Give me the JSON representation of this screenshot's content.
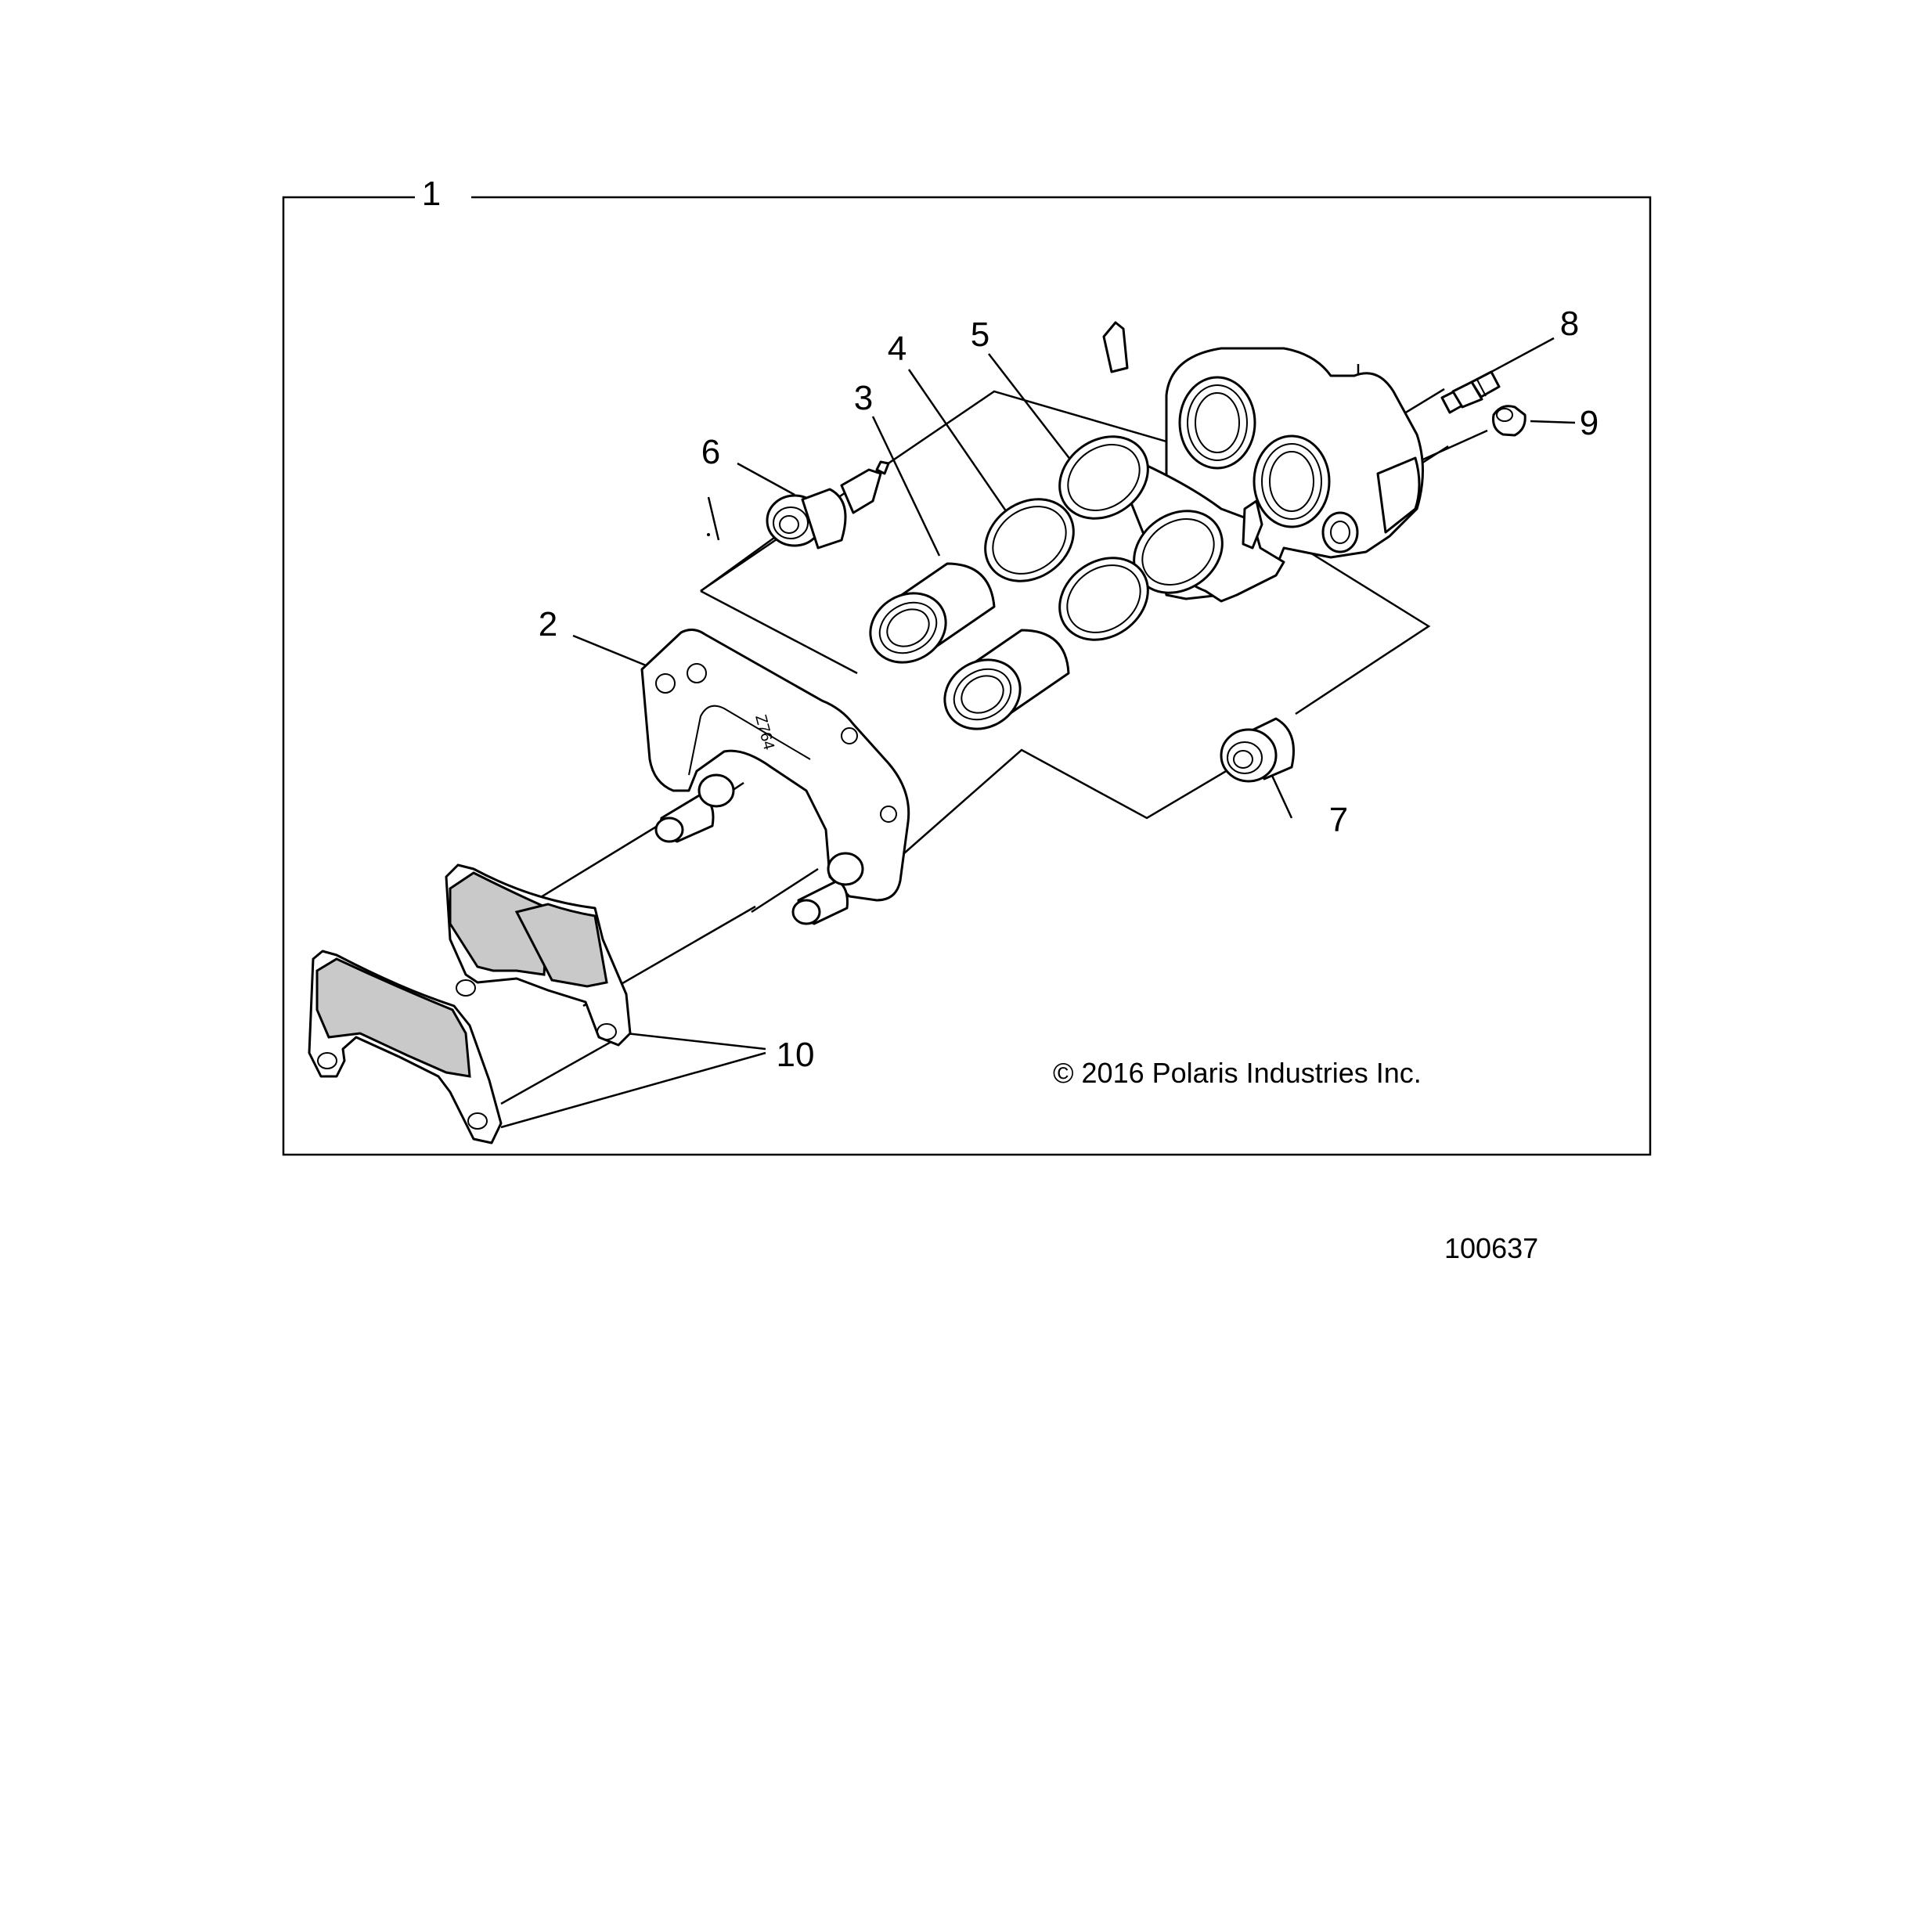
{
  "callouts": {
    "c1": "1",
    "c2": "2",
    "c3": "3",
    "c4": "4",
    "c5": "5",
    "c6": "6",
    "c7": "7",
    "c8": "8",
    "c9": "9",
    "c10": "10"
  },
  "copyright": "© 2016 Polaris Industries Inc.",
  "figure_number": "100637",
  "bracket_marking": "Z764",
  "colors": {
    "line": "#000000",
    "pad_fill": "#c9c9c9",
    "background": "#ffffff"
  }
}
